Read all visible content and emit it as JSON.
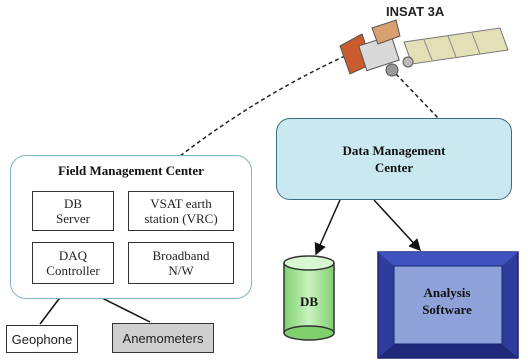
{
  "satellite": {
    "label": "INSAT 3A"
  },
  "field_center": {
    "title": "Field Management Center",
    "nodes": [
      {
        "label": "DB\nServer"
      },
      {
        "label": "VSAT earth\nstation (VRC)"
      },
      {
        "label": "DAQ\nController"
      },
      {
        "label": "Broadband\nN/W"
      }
    ]
  },
  "data_center": {
    "label": "Data Management\nCenter"
  },
  "db": {
    "label": "DB"
  },
  "analysis": {
    "label": "Analysis\nSoftware"
  },
  "sensors": [
    {
      "label": "Geophone"
    },
    {
      "label": "Anemometers"
    }
  ],
  "colors": {
    "dmc_fill": "#c9e8ef",
    "fmc_border": "#7fb3cc",
    "db_fill": "#a8e29c",
    "analysis_fill": "#2e3c9e",
    "analysis_inner": "#8ea2d9"
  }
}
